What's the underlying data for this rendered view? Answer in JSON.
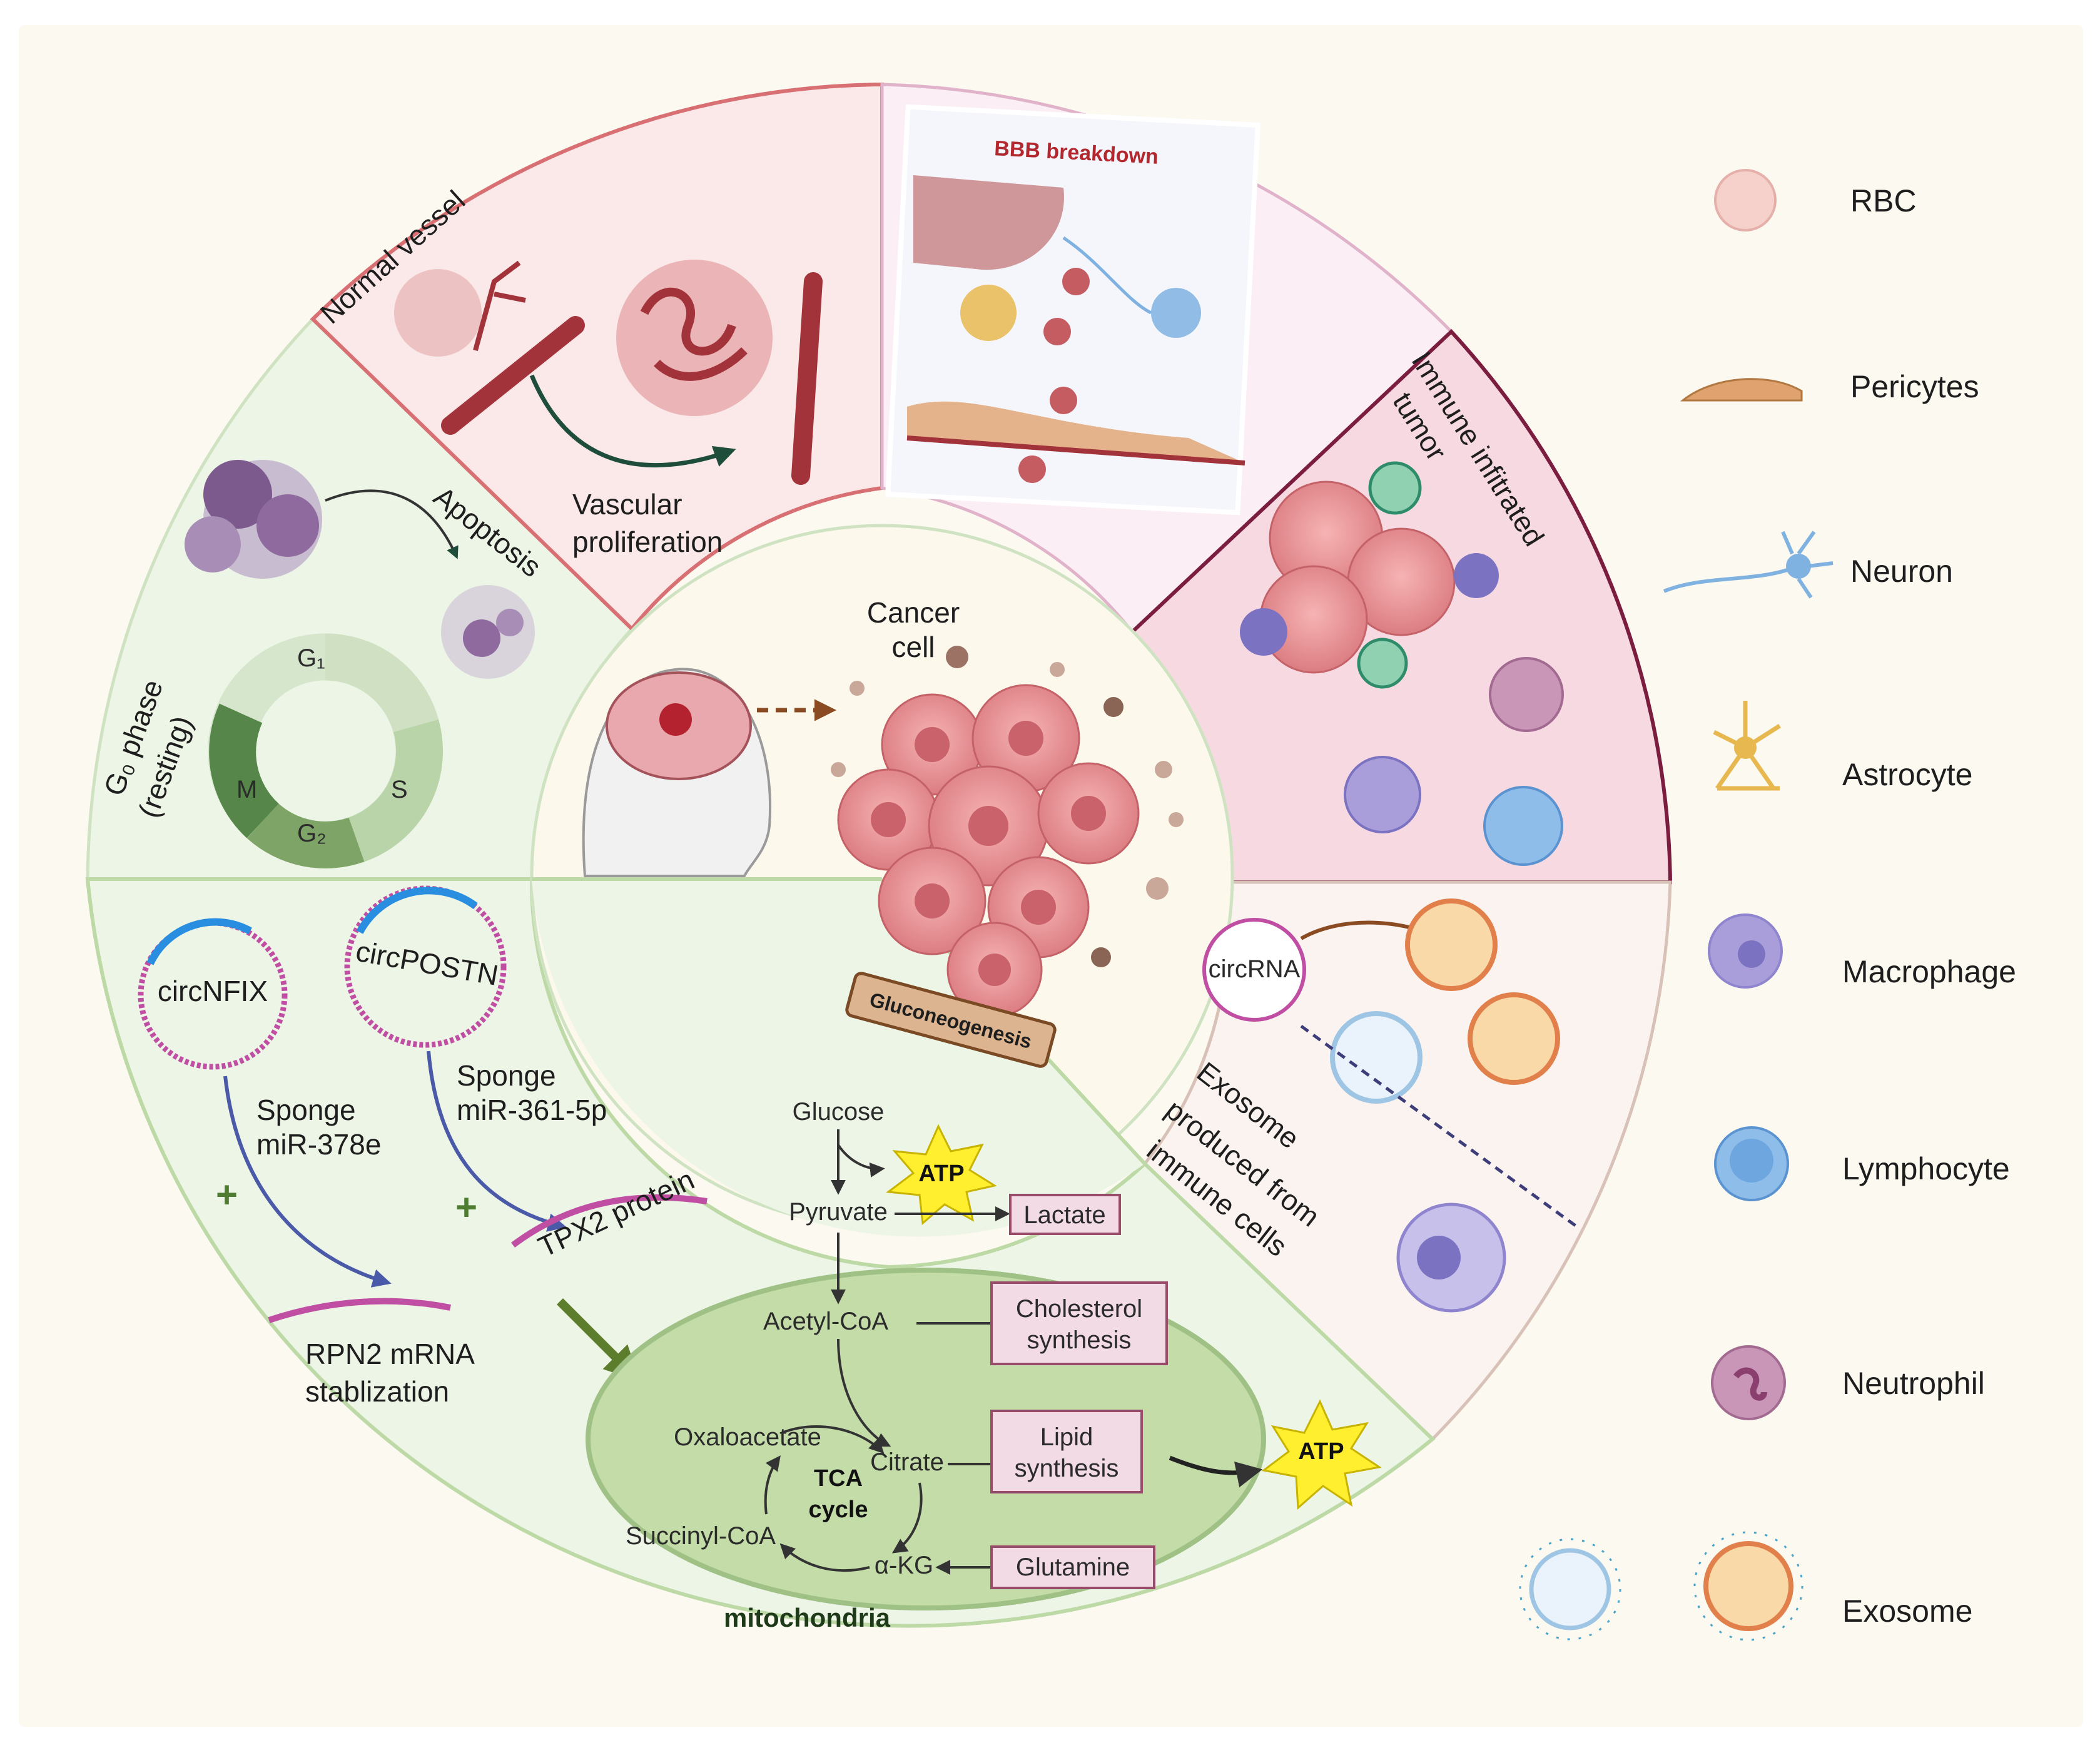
{
  "legend": {
    "title": "",
    "items": [
      {
        "label": "RBC",
        "icon": "rbc-icon",
        "color": "#f4c9c4"
      },
      {
        "label": "Pericytes",
        "icon": "pericyte-icon",
        "color": "#e0a36f"
      },
      {
        "label": "Neuron",
        "icon": "neuron-icon",
        "color": "#7fb2e0"
      },
      {
        "label": "Astrocyte",
        "icon": "astrocyte-icon",
        "color": "#e6b84f"
      },
      {
        "label": "Macrophage",
        "icon": "macrophage-icon",
        "color": "#a99ed9"
      },
      {
        "label": "Lymphocyte",
        "icon": "lymphocyte-icon",
        "color": "#8fbde9"
      },
      {
        "label": "Neutrophil",
        "icon": "neutrophil-icon",
        "color": "#c996b8"
      },
      {
        "label": "Exosome",
        "icon": "exosome-icon",
        "color": "#4aa3c8"
      }
    ]
  },
  "center": {
    "title_line1": "Cancer",
    "title_line2": "cell"
  },
  "segments": {
    "normal_vessel": "Normal vessel",
    "vascular_line1": "Vascular",
    "vascular_line2": "proliferation",
    "bbb": "BBB breakdown",
    "immune_line1": "Immune infitrated",
    "immune_line2": "tumor",
    "apoptosis": "Apoptosis",
    "g0_line1": "G₀ phase",
    "g0_line2": "(resting)",
    "cycle_g1": "G₁",
    "cycle_s": "S",
    "cycle_g2": "G₂",
    "cycle_m": "M",
    "circrna": "circRNA",
    "exosome_line1": "Exosome",
    "exosome_line2": "produced from",
    "exosome_line3": "immune cells"
  },
  "metabolism": {
    "circ1": "circNFIX",
    "circ2": "circPOSTN",
    "sponge1_line1": "Sponge",
    "sponge1_line2": "miR-378e",
    "sponge2_line1": "Sponge",
    "sponge2_line2": "miR-361-5p",
    "plus": "+",
    "tpx2": "TPX2 protein",
    "rpn2_line1": "RPN2 mRNA",
    "rpn2_line2": "stablization",
    "gluconeo": "Gluconeogenesis",
    "glucose": "Glucose",
    "atp": "ATP",
    "pyruvate": "Pyruvate",
    "lactate": "Lactate",
    "acetyl": "Acetyl-CoA",
    "chol_line1": "Cholesterol",
    "chol_line2": "synthesis",
    "oxalo": "Oxaloacetate",
    "citrate": "Citrate",
    "lipid_line1": "Lipid",
    "lipid_line2": "synthesis",
    "tca_line1": "TCA",
    "tca_line2": "cycle",
    "succinyl": "Succinyl-CoA",
    "akg": "α-KG",
    "glutamine": "Glutamine",
    "mito": "mitochondria"
  }
}
